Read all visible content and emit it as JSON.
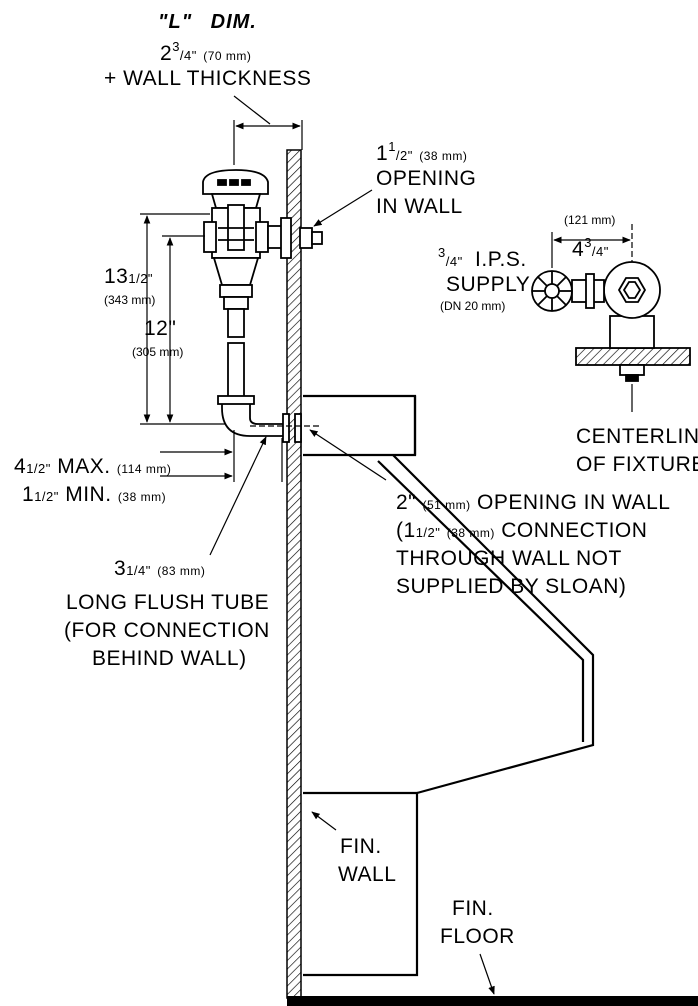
{
  "l_dim": {
    "title_l": "\"L\"",
    "title_dim": "DIM.",
    "whole": "2",
    "frac_num": "3",
    "frac_den": "/4\"",
    "mm": "(70 mm)",
    "note": "+ WALL THICKNESS"
  },
  "opening": {
    "whole": "1",
    "frac_num": "1",
    "frac_den": "/2\"",
    "mm": "(38 mm)",
    "line1": "OPENING",
    "line2": "IN WALL"
  },
  "supply": {
    "frac_num": "3",
    "frac_den": "/4\"",
    "ips": "I.P.S.",
    "label": "SUPPLY",
    "dn": "(DN 20 mm)"
  },
  "fixture_dim": {
    "mm": "(121 mm)",
    "whole": "4",
    "frac_num": "3",
    "frac_den": "/4\""
  },
  "height_total": {
    "whole": "13",
    "frac_num": "1",
    "frac_den": "/2\"",
    "mm": "(343 mm)"
  },
  "height_valve": {
    "value": "12\"",
    "mm": "(305 mm)"
  },
  "offset": {
    "max_whole": "4",
    "max_frac_num": "1",
    "max_frac_den": "/2\"",
    "max_label": "MAX.",
    "max_mm": "(114 mm)",
    "min_whole": "1",
    "min_frac_num": "1",
    "min_frac_den": "/2\"",
    "min_label": "MIN.",
    "min_mm": "(38 mm)"
  },
  "centerline": {
    "line1": "CENTERLINE",
    "line2": "OF FIXTURE"
  },
  "connection": {
    "size": "2\"",
    "size_mm": "(51 mm)",
    "text1": "OPENING IN WALL",
    "inner_open": "(1",
    "inner_frac_num": "1",
    "inner_frac_den": "/2\"",
    "inner_mm": "(38 mm)",
    "text2": "CONNECTION",
    "line3": "THROUGH WALL NOT",
    "line4": "SUPPLIED BY SLOAN)"
  },
  "flush_tube": {
    "whole": "3",
    "frac_num": "1",
    "frac_den": "/4\"",
    "mm": "(83 mm)",
    "line1": "LONG FLUSH TUBE",
    "line2": "(FOR CONNECTION",
    "line3": "BEHIND WALL)"
  },
  "fin_wall": {
    "line1": "FIN.",
    "line2": "WALL"
  },
  "fin_floor": {
    "line1": "FIN.",
    "line2": "FLOOR"
  }
}
